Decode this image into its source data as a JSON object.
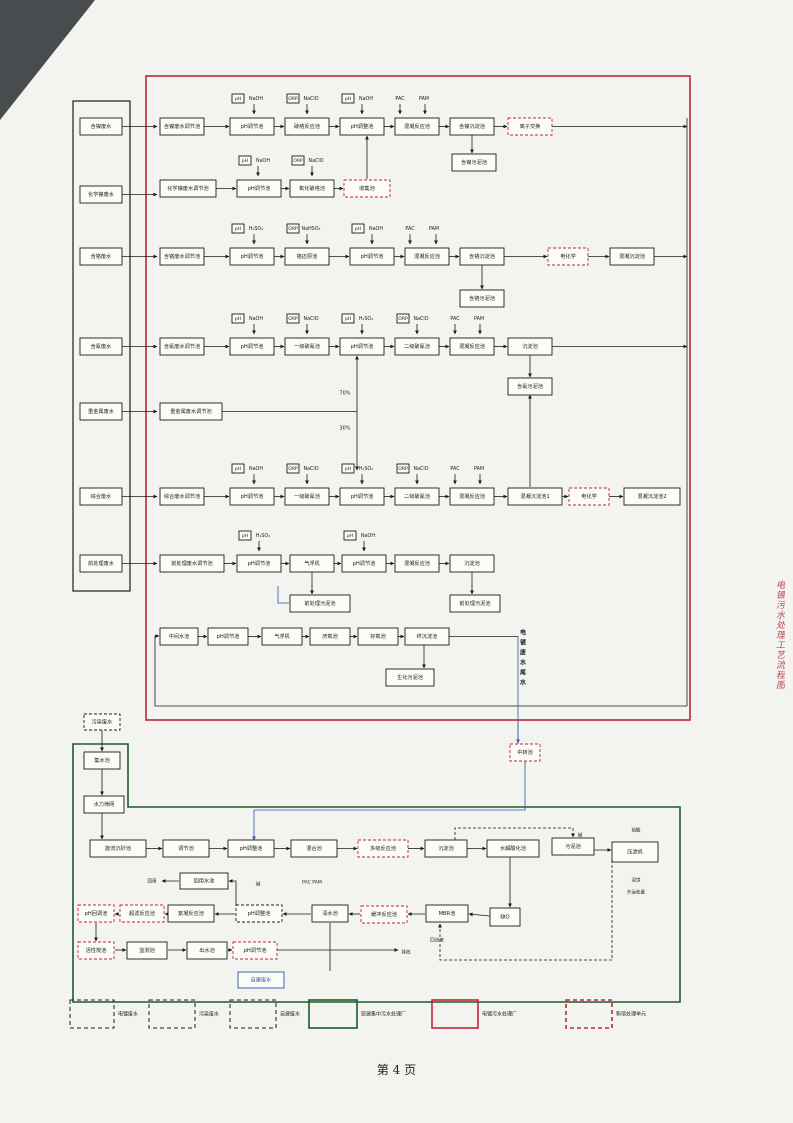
{
  "page_number": "第 4 页",
  "chemicals": {
    "ph": "pH",
    "naoh": "NaOH",
    "naclo": "NaClO",
    "orp": "ORP",
    "pac": "PAC",
    "pam": "PAM",
    "h2so4": "H₂SO₄",
    "nahso3": "NaHSO₃",
    "h2so4_plain": "H₂SO₄"
  },
  "sources": [
    "含镍废水",
    "化学镍废水",
    "含铬废水",
    "含氰废水",
    "重金属废水",
    "综合废水",
    "前处理废水"
  ],
  "split": {
    "upper": "70%",
    "lower": "30%"
  },
  "rows": {
    "nickel": [
      "含镍废水调节池",
      "pH调节池",
      "破络反应池",
      "pH调整池",
      "混凝反应池",
      "含镍沉淀池",
      "离子交换",
      "含镍污泥池"
    ],
    "chemnickel": [
      "化学镍废水调节池",
      "pH调节池",
      "氧化破络池",
      "收集池"
    ],
    "chrome": [
      "含铬废水调节池",
      "pH调节池",
      "铬还原池",
      "pH调节池",
      "混凝反应池",
      "含铬沉淀池",
      "电化学",
      "混凝沉淀池",
      "含铬污泥池"
    ],
    "cyanide": [
      "含氰废水调节池",
      "pH调节池",
      "一级破氰池",
      "pH调节池",
      "二级破氰池",
      "混凝反应池",
      "沉淀池",
      "含氰污泥池"
    ],
    "heavy": [
      "重金属废水调节池"
    ],
    "mixed": [
      "综合废水调节池",
      "pH调节池",
      "一级破氰池",
      "pH调节池",
      "二级破氰池",
      "混凝反应池",
      "混凝沉淀池1",
      "电化学",
      "混凝沉淀池2"
    ],
    "pretreat": [
      "前处理废水调节池",
      "pH调节池",
      "气浮机",
      "pH调节池",
      "混凝反应池",
      "沉淀池",
      "前处理污泥池",
      "前处理污泥池"
    ],
    "bio": [
      "中间水池",
      "pH调节池",
      "气浮机",
      "厌氧池",
      "好氧池",
      "终沉淀池",
      "生化污泥池"
    ]
  },
  "tail_label": "电镀废水尾水",
  "mid_pool": "中转池",
  "lower": {
    "source": "污染废水",
    "boxes": [
      "集水池",
      "水力筛网",
      "旋流沉砂池",
      "调节池",
      "pH调整池",
      "混合池",
      "多级反应池",
      "沉淀池",
      "水解酸化池",
      "污泥池",
      "压滤机",
      "MBR池",
      "缺O",
      "缓冲反应池",
      "pH调整池",
      "絮凝反应池",
      "清水池",
      "回用水池",
      "超滤反应池",
      "pH回调池",
      "活性炭池",
      "监测池",
      "出水池",
      "自建废水"
    ],
    "small": [
      "回流",
      "碱",
      "硫酸",
      "PAC",
      "PAM",
      "污泥",
      "泥饼",
      "外运处置",
      "达标排放",
      "回流液",
      "排放",
      "回用"
    ]
  },
  "legend": [
    "电镀废水",
    "污染废水",
    "自建废水",
    "原建集中污水处理厂",
    "电镀污水处理厂",
    "新增处理单元"
  ],
  "stamp_text": "电镀污水处理工艺流程图"
}
